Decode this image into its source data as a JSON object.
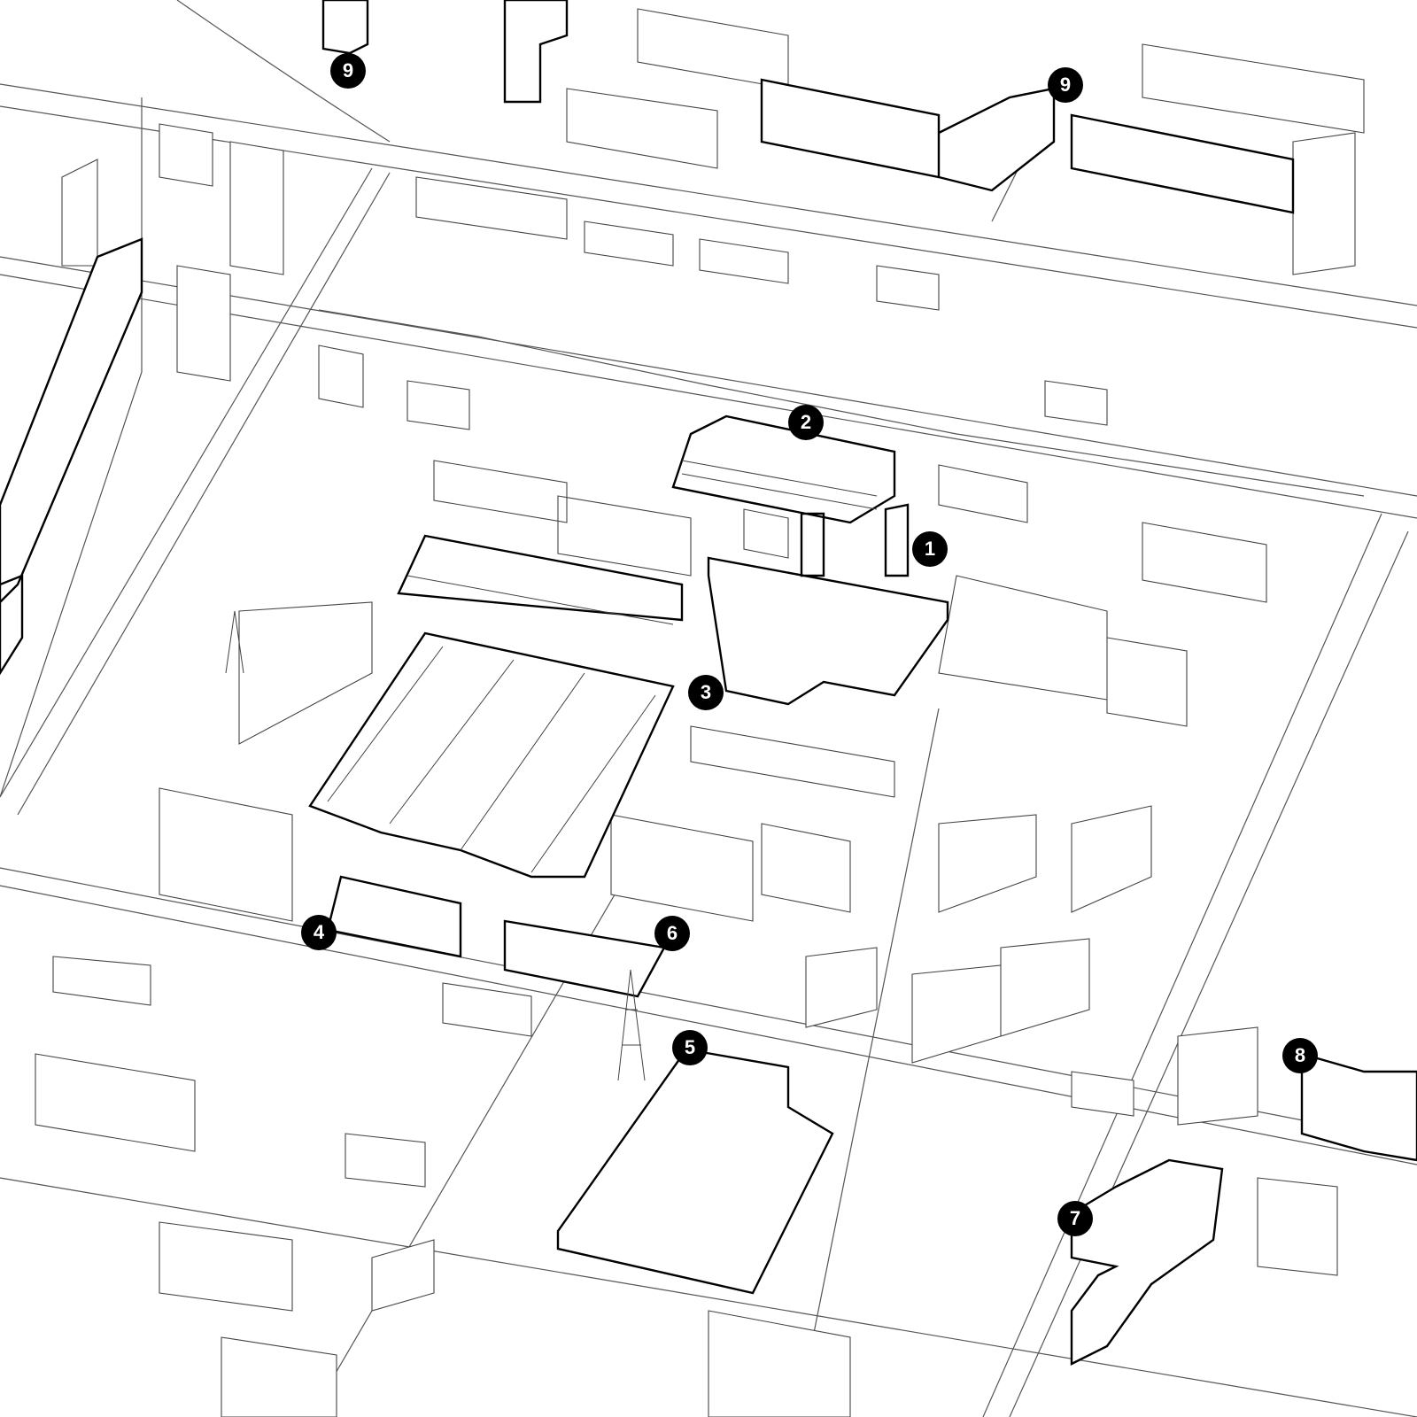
{
  "map": {
    "style": "isometric line drawing of an industrial district",
    "colors": {
      "line": "#444444",
      "highlight": "#000000",
      "marker_bg": "#000000",
      "marker_text": "#ffffff"
    },
    "markers": [
      {
        "id": "m1",
        "label": "1"
      },
      {
        "id": "m2",
        "label": "2"
      },
      {
        "id": "m3",
        "label": "3"
      },
      {
        "id": "m4",
        "label": "4"
      },
      {
        "id": "m5",
        "label": "5"
      },
      {
        "id": "m6",
        "label": "6"
      },
      {
        "id": "m7",
        "label": "7"
      },
      {
        "id": "m8",
        "label": "8"
      },
      {
        "id": "m9a",
        "label": "9"
      },
      {
        "id": "m9b",
        "label": "9"
      }
    ]
  }
}
